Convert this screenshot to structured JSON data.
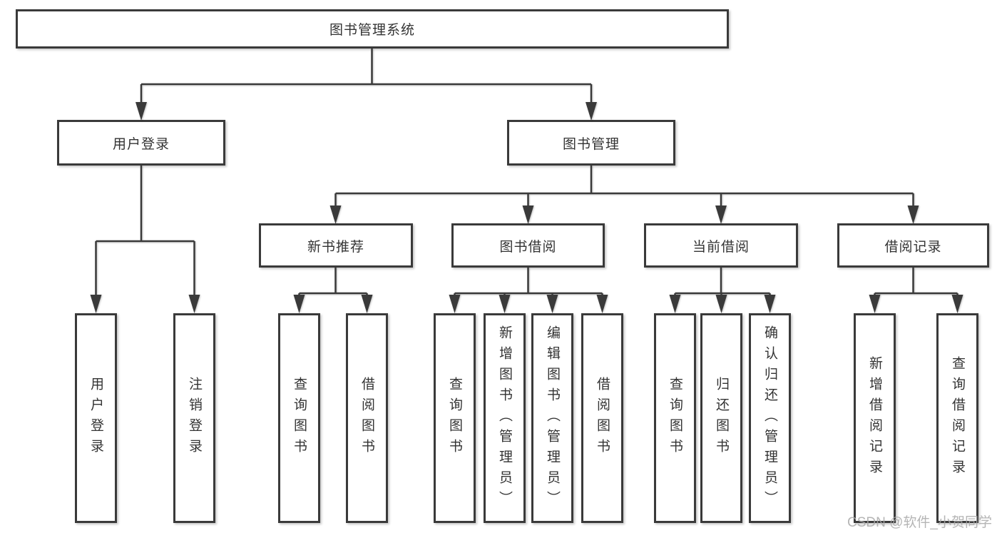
{
  "diagram": {
    "type": "hierarchy-tree",
    "colors": {
      "line": "#3a3a3a",
      "border": "#3a3a3a",
      "text": "#333333",
      "background": "#ffffff",
      "watermark": "#a8a8a8"
    },
    "root": {
      "label": "图书管理系统"
    },
    "level1": [
      {
        "label": "用户登录",
        "parent": "图书管理系统"
      },
      {
        "label": "图书管理",
        "parent": "图书管理系统"
      }
    ],
    "level2": [
      {
        "label": "新书推荐",
        "parent": "图书管理"
      },
      {
        "label": "图书借阅",
        "parent": "图书管理"
      },
      {
        "label": "当前借阅",
        "parent": "图书管理"
      },
      {
        "label": "借阅记录",
        "parent": "图书管理"
      }
    ],
    "leaves": [
      {
        "label": "用户登录",
        "parent": "用户登录"
      },
      {
        "label": "注销登录",
        "parent": "用户登录"
      },
      {
        "label": "查询图书",
        "parent": "新书推荐"
      },
      {
        "label": "借阅图书",
        "parent": "新书推荐"
      },
      {
        "label": "查询图书",
        "parent": "图书借阅"
      },
      {
        "label": "新增图书（管理员）",
        "parent": "图书借阅"
      },
      {
        "label": "编辑图书（管理员）",
        "parent": "图书借阅"
      },
      {
        "label": "借阅图书",
        "parent": "图书借阅"
      },
      {
        "label": "查询图书",
        "parent": "当前借阅"
      },
      {
        "label": "归还图书",
        "parent": "当前借阅"
      },
      {
        "label": "确认归还（管理员）",
        "parent": "当前借阅"
      },
      {
        "label": "新增借阅记录",
        "parent": "借阅记录"
      },
      {
        "label": "查询借阅记录",
        "parent": "借阅记录"
      }
    ],
    "watermark": "CSDN @软件_小贺同学"
  }
}
